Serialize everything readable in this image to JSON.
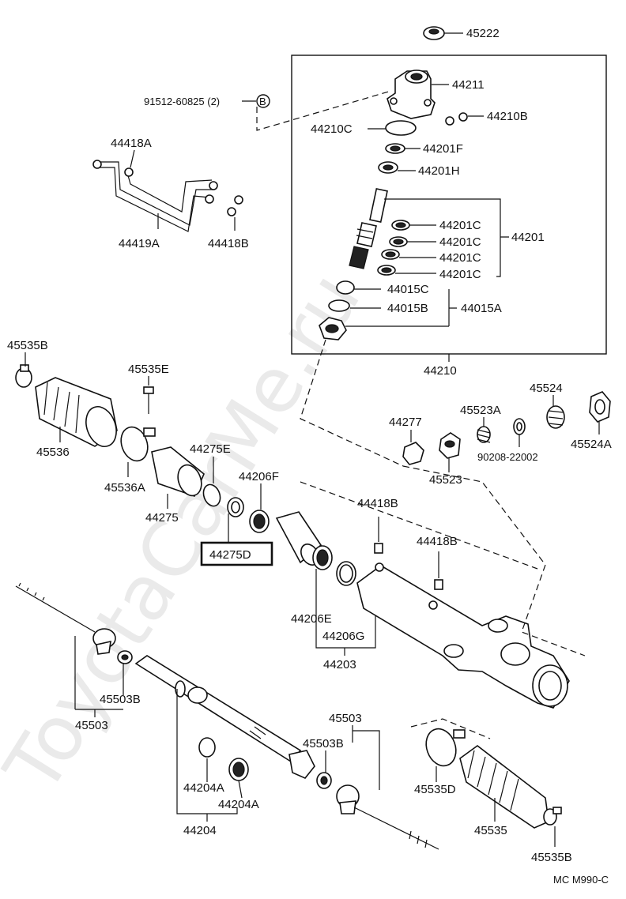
{
  "labels": {
    "p45222": "45222",
    "p44211": "44211",
    "p91512": "91512-60825 (2)",
    "badge_b": "B",
    "p44210B": "44210B",
    "p44210C": "44210C",
    "p44201F": "44201F",
    "p44201H": "44201H",
    "p44418A": "44418A",
    "p44419A": "44419A",
    "p44418B_top": "44418B",
    "p44201C_1": "44201C",
    "p44201C_2": "44201C",
    "p44201C_3": "44201C",
    "p44201C_4": "44201C",
    "p44201": "44201",
    "p44015C": "44015C",
    "p44015B": "44015B",
    "p44015A": "44015A",
    "p44210": "44210",
    "p45535B_top": "45535B",
    "p45535E": "45535E",
    "p45536": "45536",
    "p45536A": "45536A",
    "p44275E": "44275E",
    "p44275": "44275",
    "p44206F": "44206F",
    "p44275D": "44275D",
    "p44277": "44277",
    "p45523A": "45523A",
    "p45524": "45524",
    "p45523": "45523",
    "p90208": "90208-22002",
    "p45524A": "45524A",
    "p44418B_mid": "44418B",
    "p44418B_right": "44418B",
    "p44206E": "44206E",
    "p44206G": "44206G",
    "p44203": "44203",
    "p45503B_left": "45503B",
    "p45503_left": "45503",
    "p45503_right": "45503",
    "p45503B_right": "45503B",
    "p44204A_1": "44204A",
    "p44204A_2": "44204A",
    "p44204": "44204",
    "p45535D": "45535D",
    "p45535": "45535",
    "p45535B_bottom": "45535B",
    "code": "MC M990-C"
  },
  "watermark": "ToyotaCarMe.ru"
}
